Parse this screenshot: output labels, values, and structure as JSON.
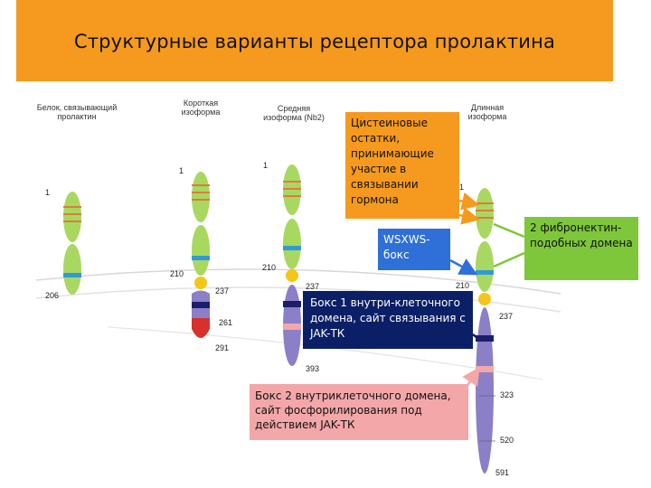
{
  "title": "Структурные варианты рецептора пролактина",
  "columns": [
    {
      "label_line1": "Белок, связывающий",
      "label_line2": "пролактин"
    },
    {
      "label_line1": "Короткая",
      "label_line2": "изоформа"
    },
    {
      "label_line1": "Средняя",
      "label_line2": "изоформа (Nb2)"
    },
    {
      "label_line1": "Длинная",
      "label_line2": "изоформа"
    }
  ],
  "residue_numbers": {
    "bp_1": "1",
    "bp_206": "206",
    "short_1": "1",
    "short_210": "210",
    "short_237": "237",
    "short_261": "261",
    "short_291": "291",
    "mid_1": "1",
    "mid_210": "210",
    "mid_237": "237",
    "mid_393": "393",
    "long_1": "1",
    "long_210": "210",
    "long_237": "237",
    "long_323": "323",
    "long_520": "520",
    "long_591": "591"
  },
  "callouts": {
    "cysteine": "Цистеиновые остатки, принимающие участие в связывании гормона",
    "wsxws": "WSXWS-бокс",
    "box1": "Бокс 1 внутри-клеточного домена, сайт связывания с JAK-ТК",
    "box2": "Бокс 2 внутриклеточного домена, сайт фосфорилирования под действием JAK-ТК",
    "fibronectin": "2 фибронектин-подобных домена"
  },
  "colors": {
    "banner": "#f59a1e",
    "extracellular_domain": "#a8d860",
    "transmembrane": "#f5c518",
    "intracellular": "#8b7fc7",
    "cysteine_stripe": "#e07a40",
    "wsxws_band": "#2f9bd6",
    "box1_band": "#1b1f6b",
    "box2_band": "#f3a7a9",
    "short_tail": "#d8302a"
  }
}
